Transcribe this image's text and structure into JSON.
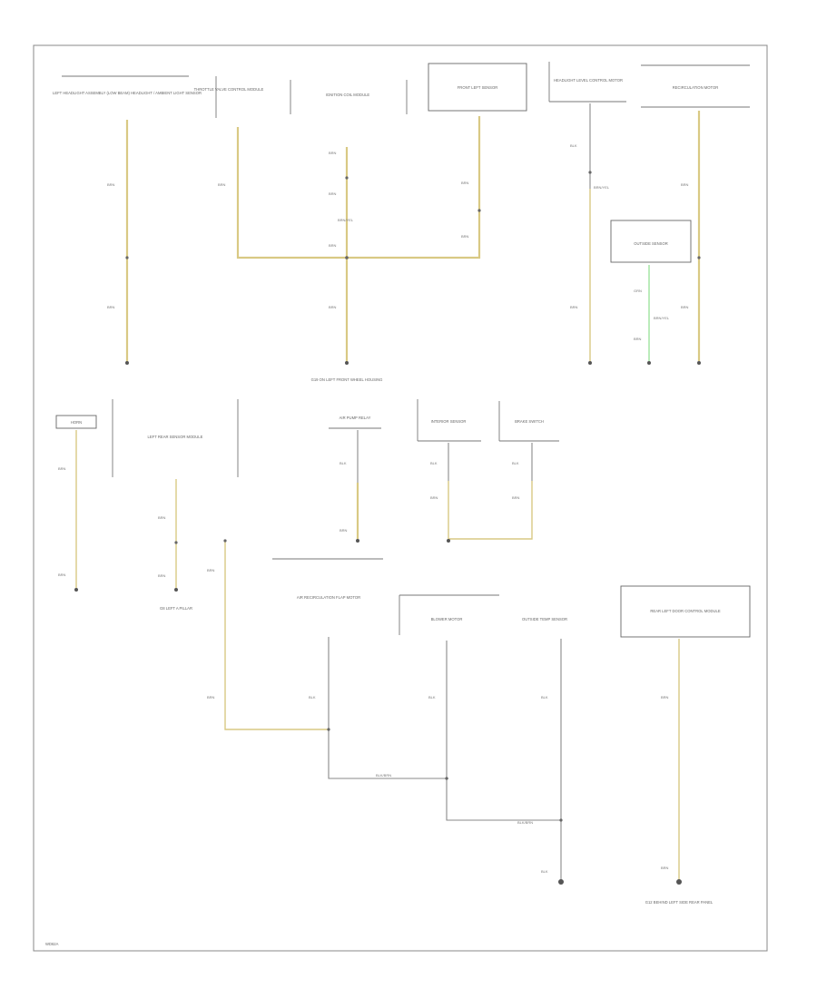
{
  "footer": {
    "code": "WD62A"
  },
  "top_components": [
    "LEFT HEADLIGHT ASSEMBLY (LOW BEAM) HEADLIGHT / AMBIENT LIGHT SENSOR",
    "THROTTLE VALVE CONTROL MODULE",
    "IGNITION COIL MODULE",
    "FRONT LEFT SENSOR",
    "HEADLIGHT LEVEL CONTROL MOTOR",
    "RECIRCULATION MOTOR"
  ],
  "mid_components": [
    "HORN",
    "LEFT REAR SENSOR MODULE",
    "AIR PUMP RELAY",
    "INTERIOR SENSOR",
    "BRAKE SWITCH"
  ],
  "lower_components": [
    "AIR RECIRCULATION FLAP MOTOR",
    "BLOWER MOTOR",
    "OUTSIDE TEMP SENSOR",
    "REAR LEFT DOOR CONTROL MODULE"
  ],
  "small_box": "OUTSIDE SENSOR",
  "ground_labels": [
    "G19 ON LEFT FRONT WHEEL HOUSING",
    "G8 LEFT A PILLAR",
    "G12 BEHIND LEFT SIDE REAR PANEL"
  ],
  "wire_labels": {
    "brn": "BRN",
    "blk": "BLK",
    "brn_yel": "BRN/YEL",
    "grn": "GRN",
    "blk_brn": "BLK/BRN"
  }
}
